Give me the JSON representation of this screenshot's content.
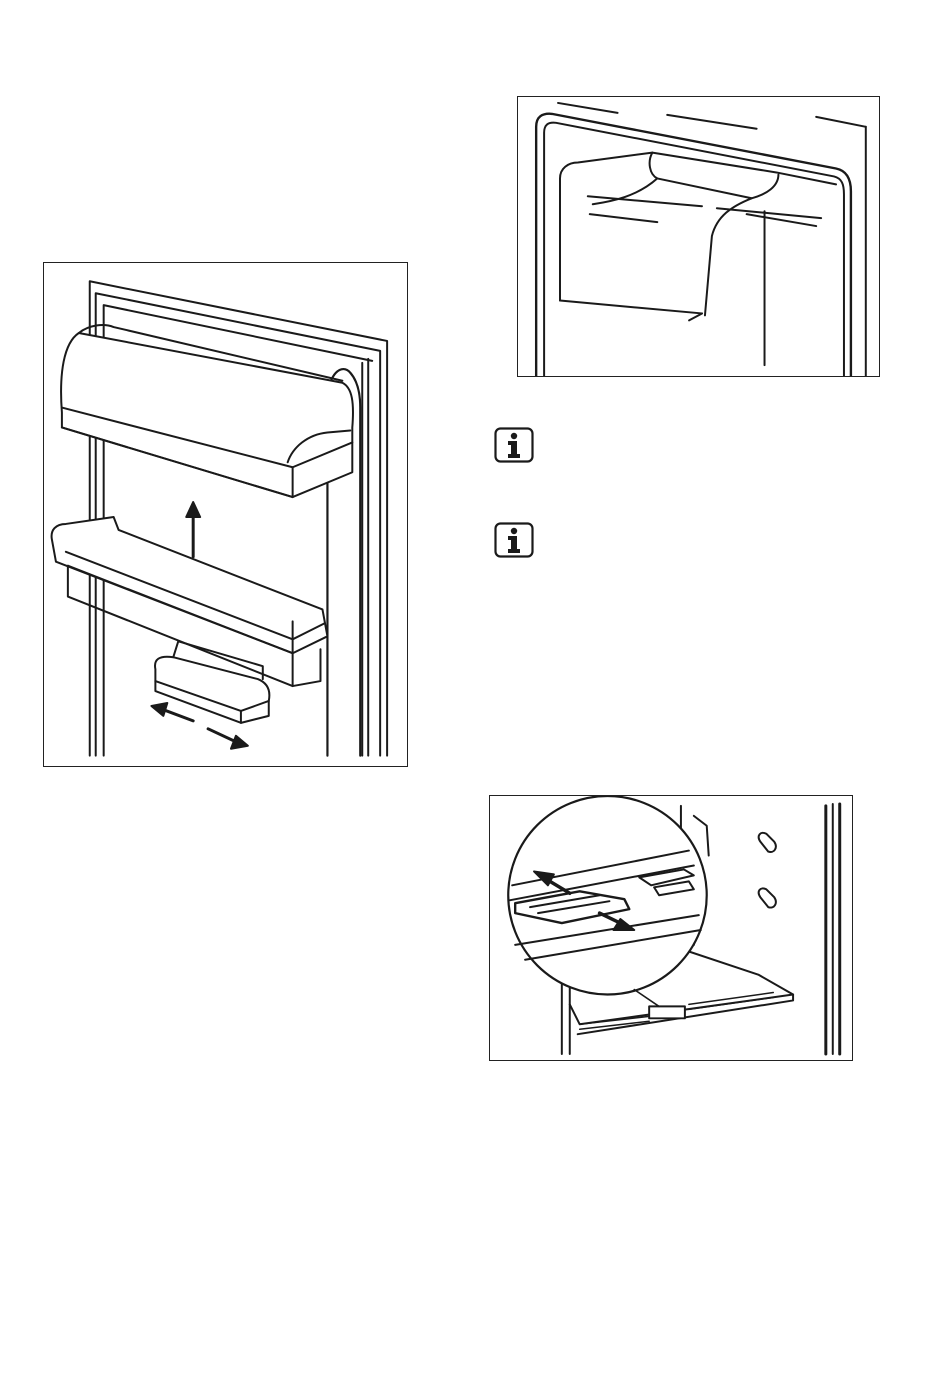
{
  "figures": [
    {
      "id": "door-shelves",
      "icon": "door-shelf-illustration"
    },
    {
      "id": "freezer-compartment",
      "icon": "freezer-flap-illustration"
    },
    {
      "id": "shelf-adjustment",
      "icon": "shelf-slider-illustration"
    }
  ],
  "notes": [
    {
      "icon": "info-icon",
      "glyph": "i"
    },
    {
      "icon": "info-icon",
      "glyph": "i"
    }
  ],
  "colors": {
    "line": "#1a1a1a",
    "background": "#ffffff"
  }
}
